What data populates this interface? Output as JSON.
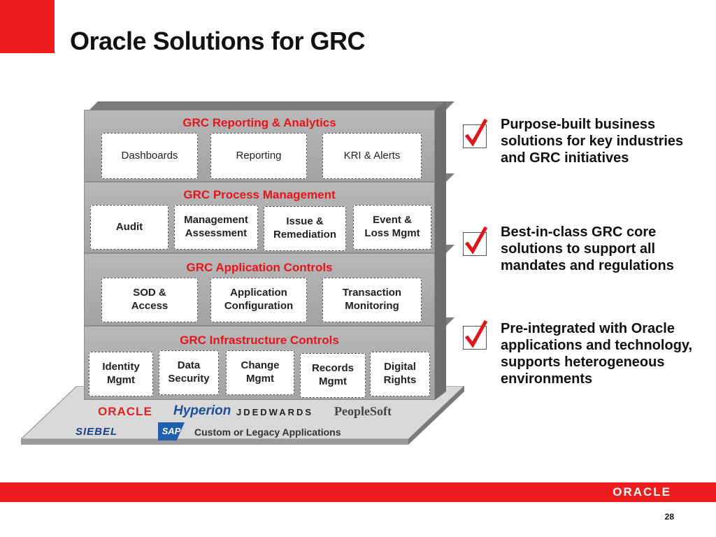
{
  "title": "Oracle Solutions for GRC",
  "layers": [
    {
      "title": "GRC Reporting & Analytics",
      "boxes": [
        "Dashboards",
        "Reporting",
        "KRI & Alerts"
      ]
    },
    {
      "title": "GRC Process Management",
      "boxes": [
        "Audit",
        "Management\nAssessment",
        "Issue &\nRemediation",
        "Event &\nLoss Mgmt"
      ]
    },
    {
      "title": "GRC Application Controls",
      "boxes": [
        "SOD &\nAccess",
        "Application\nConfiguration",
        "Transaction\nMonitoring"
      ]
    },
    {
      "title": "GRC Infrastructure Controls",
      "boxes": [
        "Identity\nMgmt",
        "Data\nSecurity",
        "Change\nMgmt",
        "Records\nMgmt",
        "Digital\nRights"
      ]
    }
  ],
  "base": {
    "logos": [
      "ORACLE",
      "Hyperion",
      "JDEDWARDS",
      "PeopleSoft",
      "SIEBEL",
      "SAP"
    ],
    "legacy_label": "Custom or Legacy Applications"
  },
  "bullets": [
    "Purpose-built business solutions for key industries and GRC initiatives",
    "Best-in-class GRC core solutions to support all mandates and regulations",
    "Pre-integrated with Oracle applications and technology, supports heterogeneous environments"
  ],
  "footer": {
    "logo": "ORACLE",
    "page_number": "28"
  },
  "colors": {
    "accent_red": "#ee1c1c",
    "layer_title_red": "#e8141c",
    "layer_gray": "#a9a9a9"
  }
}
